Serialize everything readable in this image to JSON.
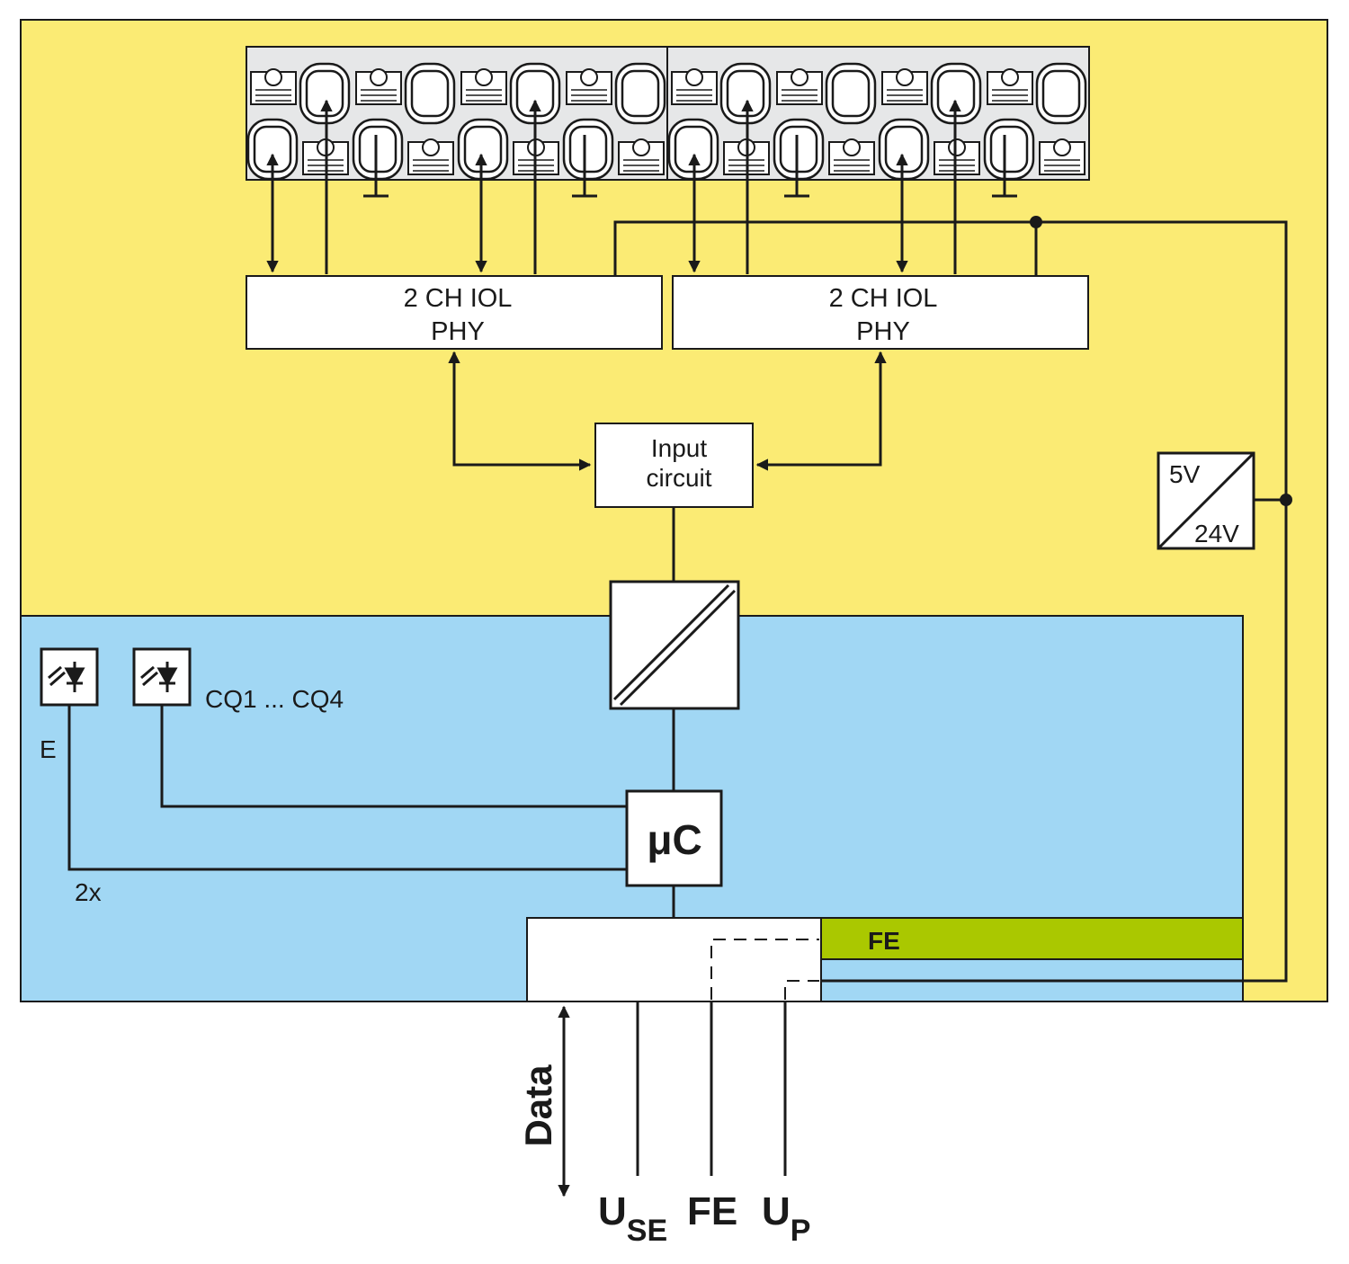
{
  "colors": {
    "yellow": "#FBEB74",
    "blue": "#A1D7F4",
    "green": "#AAC800",
    "terminal_block": "#E6E7E8",
    "line": "#1a1a1a",
    "box_fill": "#ffffff"
  },
  "phy_left": {
    "line1": "2 CH IOL",
    "line2": "PHY"
  },
  "phy_right": {
    "line1": "2 CH IOL",
    "line2": "PHY"
  },
  "input_circuit": {
    "line1": "Input",
    "line2": "circuit"
  },
  "converter": {
    "top": "5V",
    "bottom": "24V"
  },
  "microcontroller": {
    "label": "μC"
  },
  "led_e": {
    "label": "E",
    "count": "2x",
    "icon": "led-diode-icon"
  },
  "led_cq": {
    "label": "CQ1 ... CQ4",
    "icon": "led-diode-icon"
  },
  "fe_bar": {
    "label": "FE"
  },
  "bottom": {
    "data": "Data",
    "use_main": "U",
    "use_sub": "SE",
    "fe": "FE",
    "up_main": "U",
    "up_sub": "P"
  },
  "icons": [
    "isolation-icon",
    "ground-icon",
    "arrow-icon",
    "terminal-icon"
  ]
}
